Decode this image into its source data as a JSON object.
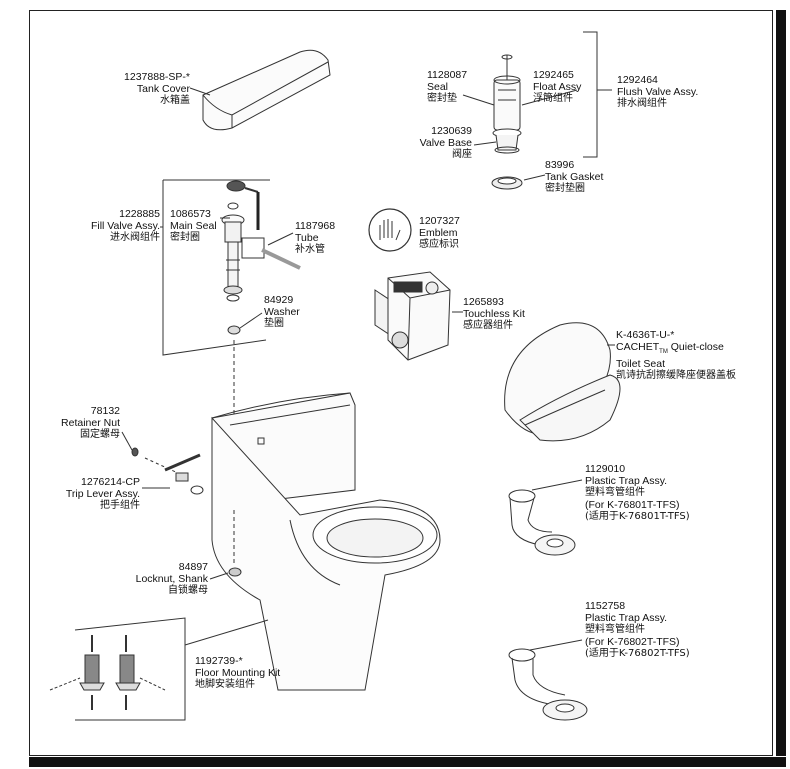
{
  "parts": [
    {
      "id": "tank-cover",
      "number": "1237888-SP-*",
      "name": "Tank Cover",
      "cn": "水箱盖"
    },
    {
      "id": "seal",
      "number": "1128087",
      "name": "Seal",
      "cn": "密封垫"
    },
    {
      "id": "float-assy",
      "number": "1292465",
      "name": "Float  Assy",
      "cn": "浮筒组件"
    },
    {
      "id": "flush-valve",
      "number": "1292464",
      "name": "Flush Valve Assy.",
      "cn": "排水阀组件"
    },
    {
      "id": "valve-base",
      "number": "1230639",
      "name": "Valve Base",
      "cn": "阀座"
    },
    {
      "id": "tank-gasket",
      "number": "83996",
      "name": "Tank Gasket",
      "cn": "密封垫圈"
    },
    {
      "id": "fill-valve",
      "number": "1228885",
      "name": "Fill Valve Assy.",
      "cn": "进水阀组件"
    },
    {
      "id": "main-seal",
      "number": "1086573",
      "name": "Main Seal",
      "cn": "密封圈"
    },
    {
      "id": "tube",
      "number": "1187968",
      "name": "Tube",
      "cn": "补水管"
    },
    {
      "id": "emblem",
      "number": "1207327",
      "name": "Emblem",
      "cn": "感应标识"
    },
    {
      "id": "washer",
      "number": "84929",
      "name": "Washer",
      "cn": "垫圈"
    },
    {
      "id": "touchless-kit",
      "number": "1265893",
      "name": "Touchless Kit",
      "cn": "感应器组件"
    },
    {
      "id": "toilet-seat",
      "number": "K-4636T-U-*",
      "name_a": "CACHET",
      "name_tm": "TM",
      "name_b": " Quiet-close",
      "name2": "Toilet Seat",
      "cn": "凯诗抗刮擦缓降座便器盖板"
    },
    {
      "id": "retainer-nut",
      "number": "78132",
      "name": "Retainer Nut",
      "cn": "固定螺母"
    },
    {
      "id": "trip-lever",
      "number": "1276214-CP",
      "name": "Trip Lever Assy.",
      "cn": "把手组件"
    },
    {
      "id": "trap-1",
      "number": "1129010",
      "name": "Plastic Trap Assy.",
      "cn": "塑料弯管组件",
      "note": "(For K-76801T-TFS)",
      "note_cn": "(适用于K-76801T-TFS)"
    },
    {
      "id": "locknut",
      "number": "84897",
      "name": "Locknut, Shank",
      "cn": "自锁螺母"
    },
    {
      "id": "trap-2",
      "number": "1152758",
      "name": "Plastic Trap Assy.",
      "cn": "塑料弯管组件",
      "note": "(For K-76802T-TFS)",
      "note_cn": "(适用于K-76802T-TFS)"
    },
    {
      "id": "floor-kit",
      "number": "1192739-*",
      "name": "Floor Mounting Kit",
      "cn": "地脚安装组件"
    }
  ]
}
